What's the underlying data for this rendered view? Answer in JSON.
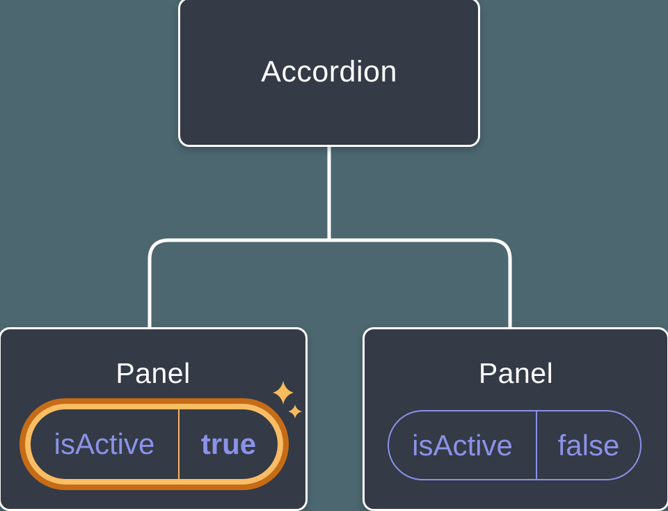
{
  "tree": {
    "root": {
      "label": "Accordion"
    },
    "panels": [
      {
        "label": "Panel",
        "prop": "isActive",
        "value": "true",
        "highlighted": true
      },
      {
        "label": "Panel",
        "prop": "isActive",
        "value": "false",
        "highlighted": false
      }
    ]
  },
  "icons": {
    "sparkles": "sparkles-icon"
  },
  "colors": {
    "background": "#4D6770",
    "node_fill": "#343A46",
    "node_border": "#FFFFFF",
    "connector_line": "#FFFFFF",
    "node_text": "#FFFFFF",
    "state_text": "#8B92E8",
    "state_pill_border": "#8A91E8",
    "highlight_ring_outer": "#C66C16",
    "highlight_ring_inner": "#FABD63",
    "highlight_divider": "#F5B45F",
    "sparkle": "#F8BC5C"
  }
}
